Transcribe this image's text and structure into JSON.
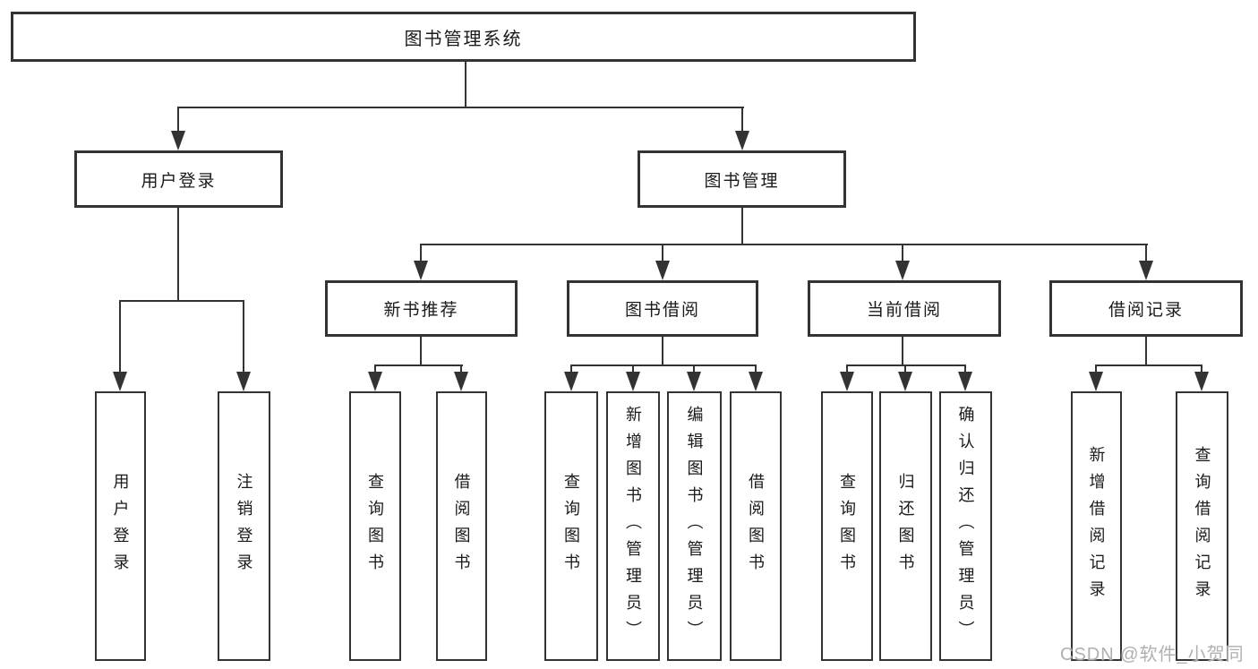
{
  "diagram": {
    "type": "hierarchy-tree",
    "root": {
      "label": "图书管理系统"
    },
    "branches": [
      {
        "label": "用户登录",
        "children": [
          {
            "label": "用户登录"
          },
          {
            "label": "注销登录"
          }
        ]
      },
      {
        "label": "图书管理",
        "children": [
          {
            "label": "新书推荐",
            "children": [
              {
                "label": "查询图书"
              },
              {
                "label": "借阅图书"
              }
            ]
          },
          {
            "label": "图书借阅",
            "children": [
              {
                "label": "查询图书"
              },
              {
                "label": "新增图书（管理员）"
              },
              {
                "label": "编辑图书（管理员）"
              },
              {
                "label": "借阅图书"
              }
            ]
          },
          {
            "label": "当前借阅",
            "children": [
              {
                "label": "查询图书"
              },
              {
                "label": "归还图书"
              },
              {
                "label": "确认归还（管理员）"
              }
            ]
          },
          {
            "label": "借阅记录",
            "children": [
              {
                "label": "新增借阅记录"
              },
              {
                "label": "查询借阅记录"
              }
            ]
          }
        ]
      }
    ],
    "colors": {
      "line": "#333333",
      "text": "#1a1a1a",
      "background": "#ffffff",
      "watermark": "#b0b0b0"
    },
    "watermark": "CSDN @软件_小贺同学"
  }
}
